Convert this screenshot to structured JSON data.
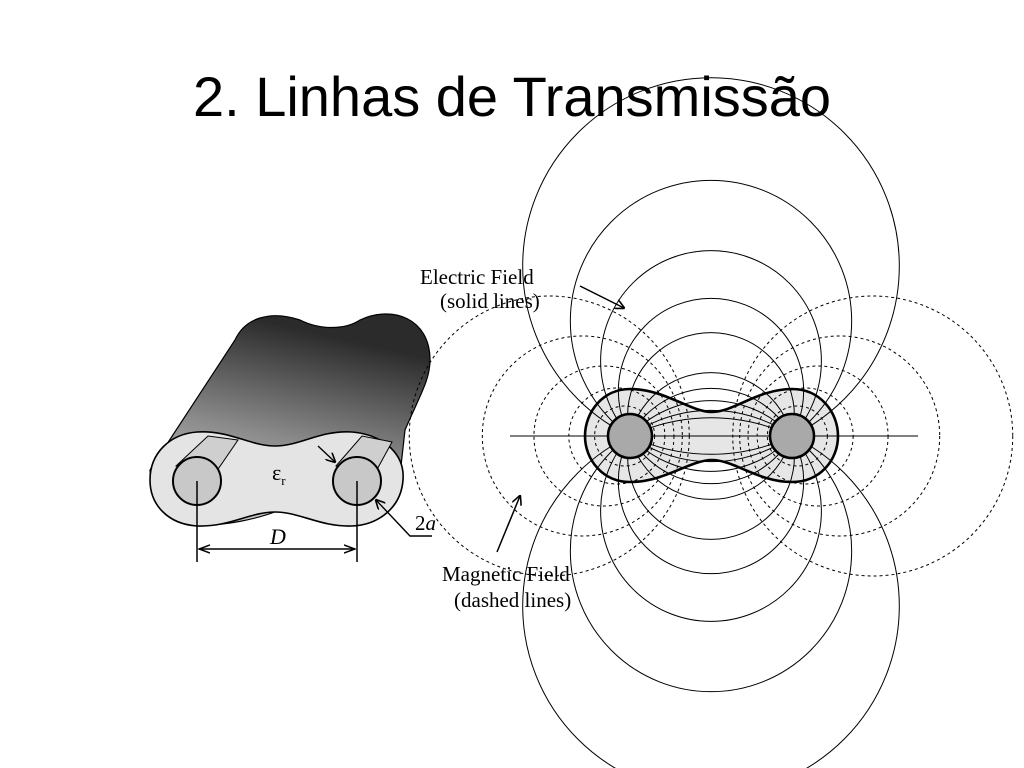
{
  "slide": {
    "title": "2. Linhas de Transmissão"
  },
  "left_figure": {
    "permittivity_symbol": "ε",
    "permittivity_subscript": "r",
    "distance_label": "D",
    "radius_label_prefix": "2",
    "radius_label_var": "a"
  },
  "right_figure": {
    "electric_label_line1": "Electric Field",
    "electric_label_line2": "(solid lines)",
    "magnetic_label_line1": "Magnetic Field",
    "magnetic_label_line2": "(dashed lines)"
  }
}
